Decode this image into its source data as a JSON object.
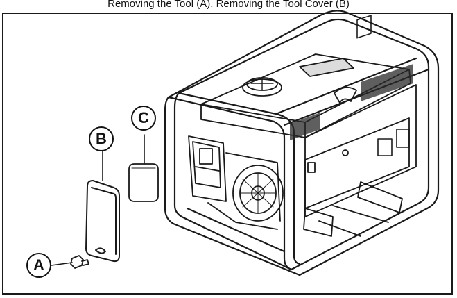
{
  "caption": "Removing the Tool (A), Removing the Tool Cover (B)",
  "callouts": {
    "a": "A",
    "b": "B",
    "c": "C"
  }
}
